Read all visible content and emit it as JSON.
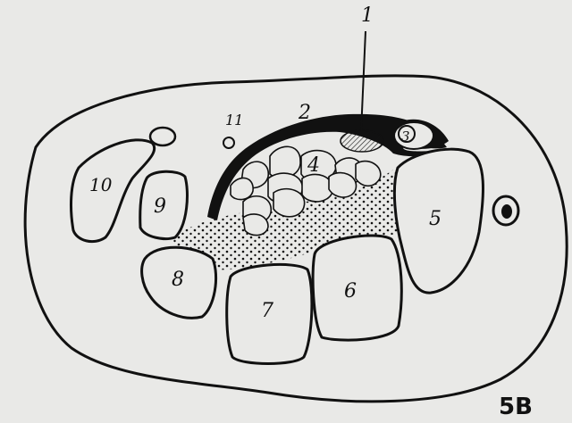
{
  "labels": {
    "l1": "1",
    "l2": "2",
    "l3": "3",
    "l4": "4",
    "l5": "5",
    "l6": "6",
    "l7": "7",
    "l8": "8",
    "l9": "9",
    "l10": "10",
    "l11": "11"
  },
  "figure_label": "5B",
  "colors": {
    "background": "#e9e9e7",
    "ink": "#111111"
  }
}
